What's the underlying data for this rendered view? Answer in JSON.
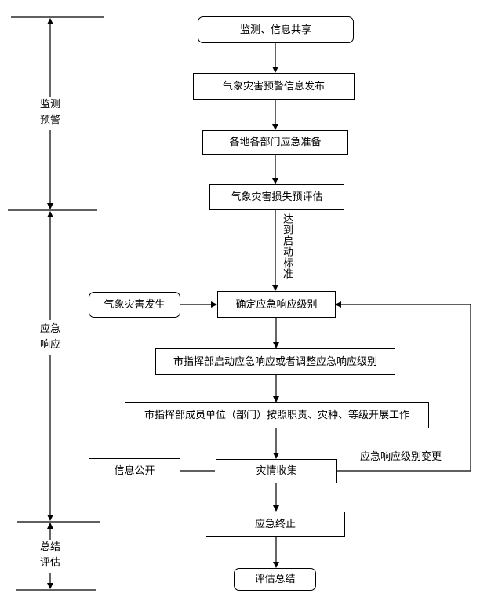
{
  "phases": {
    "monitor": {
      "line1": "监测",
      "line2": "预警"
    },
    "response": {
      "line1": "应急",
      "line2": "响应"
    },
    "summary": {
      "line1": "总结",
      "line2": "评估"
    }
  },
  "nodes": {
    "monitor_share": "监测、信息共享",
    "warning_release": "气象灾害预警信息发布",
    "prepare": "各地各部门应急准备",
    "loss_eval": "气象灾害损失预评估",
    "disaster_occurs": "气象灾害发生",
    "determine_level": "确定应急响应级别",
    "city_start": "市指挥部启动应急响应或者调整应急响应级别",
    "members_work": "市指挥部成员单位（部门）按照职责、灾种、等级开展工作",
    "info_open": "信息公开",
    "collect": "灾情收集",
    "terminate": "应急终止",
    "evaluate_summary": "评估总结"
  },
  "labels": {
    "reach_standard": "达到启动标准",
    "level_change": "应急响应级别变更"
  }
}
